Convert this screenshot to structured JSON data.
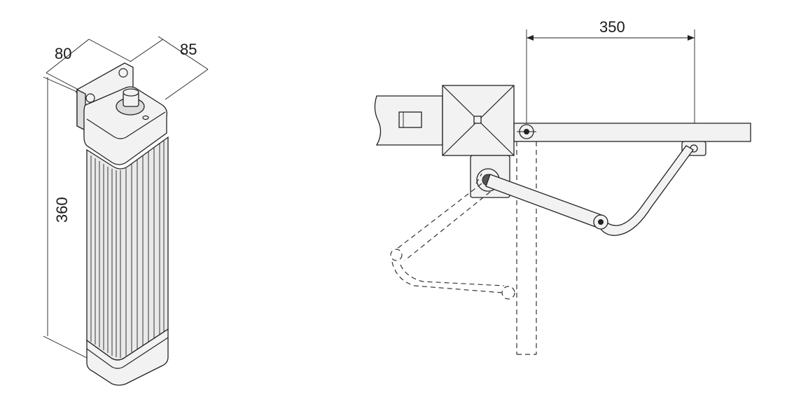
{
  "dimensions": {
    "width_label": "80",
    "depth_label": "85",
    "height_label": "360",
    "arm_distance_label": "350"
  },
  "colors": {
    "line": "#222222",
    "body": "#e9e9e9",
    "light": "#f2f2f2",
    "mid": "#dcdcdc"
  }
}
